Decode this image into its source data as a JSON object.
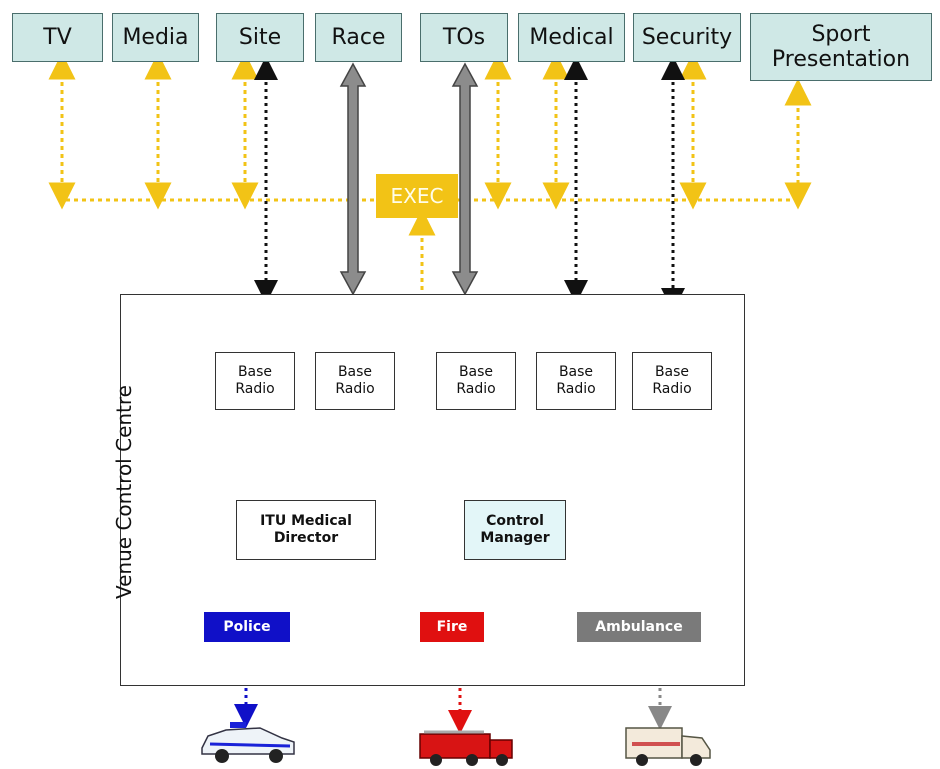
{
  "top_boxes": [
    {
      "label": "TV"
    },
    {
      "label": "Media"
    },
    {
      "label": "Site"
    },
    {
      "label": "Race"
    },
    {
      "label": "TOs"
    },
    {
      "label": "Medical"
    },
    {
      "label": "Security"
    },
    {
      "label": "Sport Presentation"
    }
  ],
  "exec": {
    "label": "EXEC"
  },
  "venue": {
    "label": "Venue Control Centre"
  },
  "base_radios": [
    {
      "label": "Base\nRadio"
    },
    {
      "label": "Base\nRadio"
    },
    {
      "label": "Base\nRadio"
    },
    {
      "label": "Base\nRadio"
    },
    {
      "label": "Base\nRadio"
    }
  ],
  "roles": {
    "itu_medical_director": "ITU Medical\nDirector",
    "control_manager": "Control\nManager"
  },
  "units": {
    "police": "Police",
    "fire": "Fire",
    "ambulance": "Ambulance"
  },
  "colors": {
    "top_box_fill": "#cfe8e6",
    "exec_fill": "#f2c316",
    "yellow_link": "#f2c316",
    "police": "#1010c8",
    "fire": "#e01010",
    "ambulance": "#7a7a7a",
    "control_manager_fill": "#e3f6f8"
  }
}
